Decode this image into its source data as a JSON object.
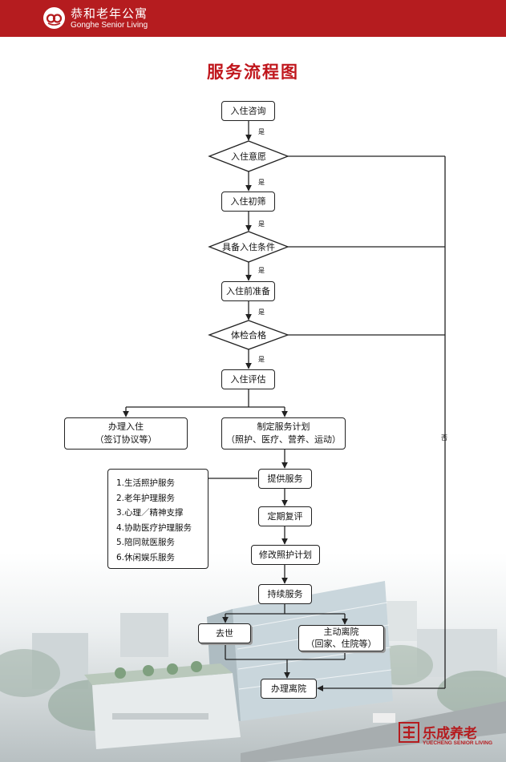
{
  "header": {
    "logo_cn": "恭和老年公寓",
    "logo_en": "Gonghe Senior Living",
    "bg_color": "#b51c1f"
  },
  "title": "服务流程图",
  "flow": {
    "consult": "入住咨询",
    "intent": "入住意愿",
    "screen": "入住初筛",
    "conditions": "具备入住条件",
    "prep": "入住前准备",
    "exam": "体检合格",
    "assess": "入住评估",
    "checkin_line1": "办理入住",
    "checkin_line2": "（签订协议等）",
    "plan_line1": "制定服务计划",
    "plan_line2": "（照护、医疗、营养、运动）",
    "provide": "提供服务",
    "review": "定期复评",
    "modify": "修改照护计划",
    "continue": "持续服务",
    "death": "去世",
    "leave_line1": "主动离院",
    "leave_line2": "（回家、住院等）",
    "discharge": "办理离院",
    "yes": "是",
    "no": "否"
  },
  "services": [
    "1.生活照护服务",
    "2.老年护理服务",
    "3.心理／精神支撑",
    "4.协助医疗护理服务",
    "5.陪同就医服务",
    "6.休闲娱乐服务"
  ],
  "brand": {
    "cn": "乐成养老",
    "en": "YUECHENG SENIOR LIVING",
    "color": "#b51c1f"
  }
}
